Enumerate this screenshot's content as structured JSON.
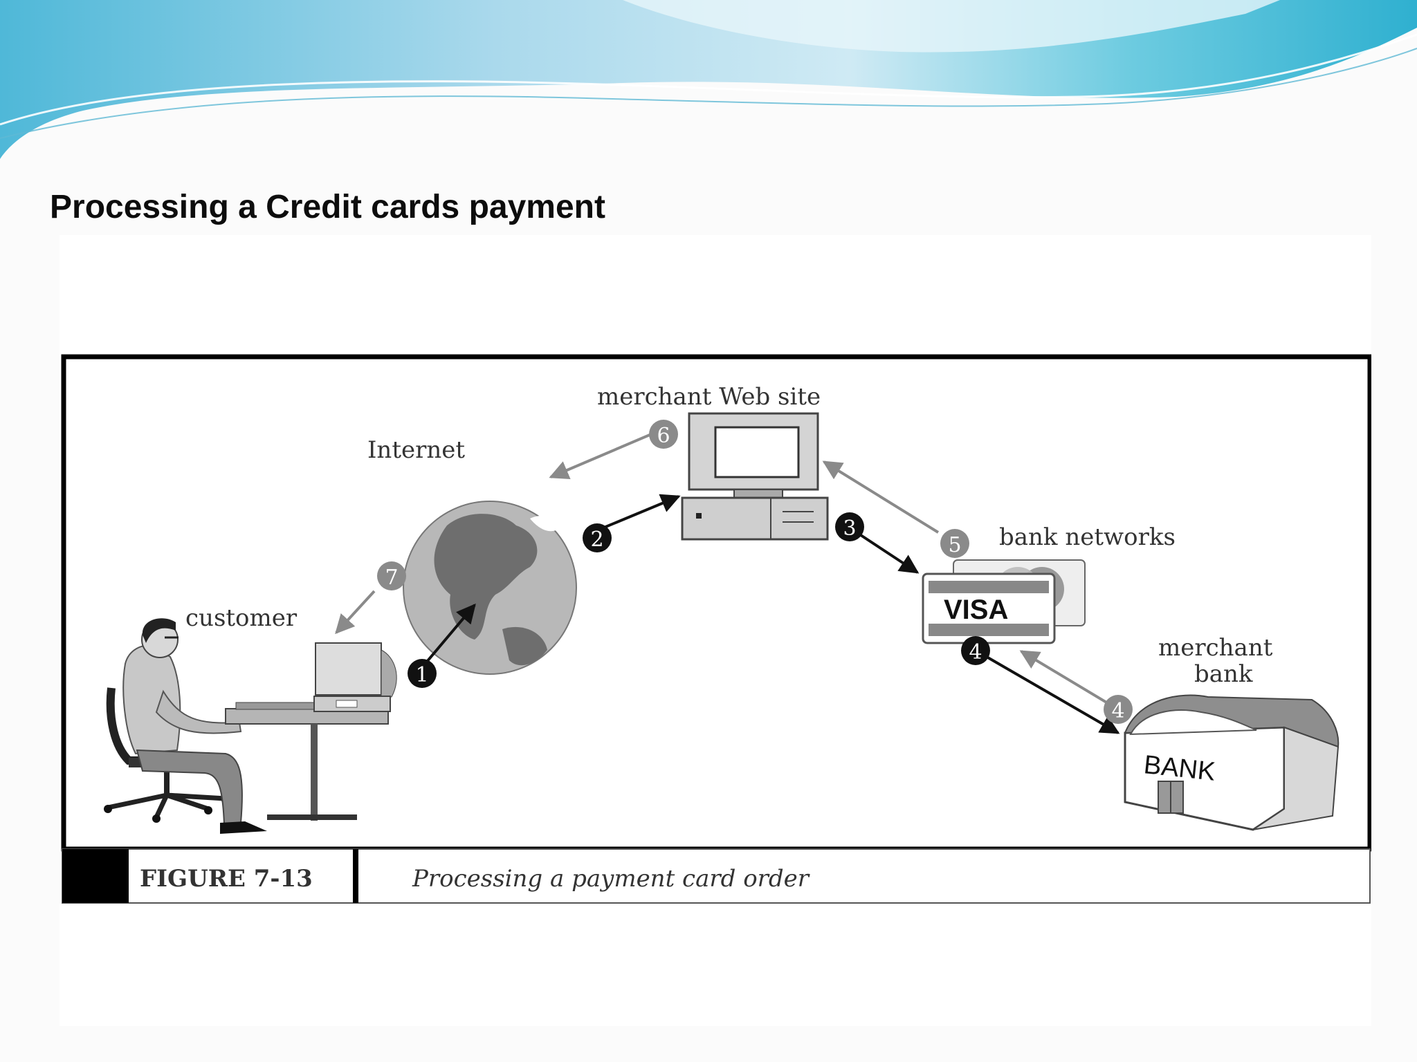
{
  "slide": {
    "title": "Processing a Credit cards payment"
  },
  "diagram": {
    "nodes": {
      "customer": "customer",
      "internet": "Internet",
      "merchant_site": "merchant Web site",
      "bank_networks": "bank networks",
      "merchant_bank_line1": "merchant",
      "merchant_bank_line2": "bank"
    },
    "card_brand": "VISA",
    "bank_sign": "BANK",
    "steps": {
      "s1": "1",
      "s2": "2",
      "s3": "3",
      "s4a": "4",
      "s4b": "4",
      "s5": "5",
      "s6": "6",
      "s7": "7"
    }
  },
  "caption": {
    "figure_number": "FIGURE 7-13",
    "text": "Processing a payment card order"
  },
  "colors": {
    "wave_light": "#a9dcec",
    "wave_dark": "#46b7d6",
    "frame": "#000000",
    "gray_arrow": "#8a8a8a",
    "black_arrow": "#111111"
  }
}
